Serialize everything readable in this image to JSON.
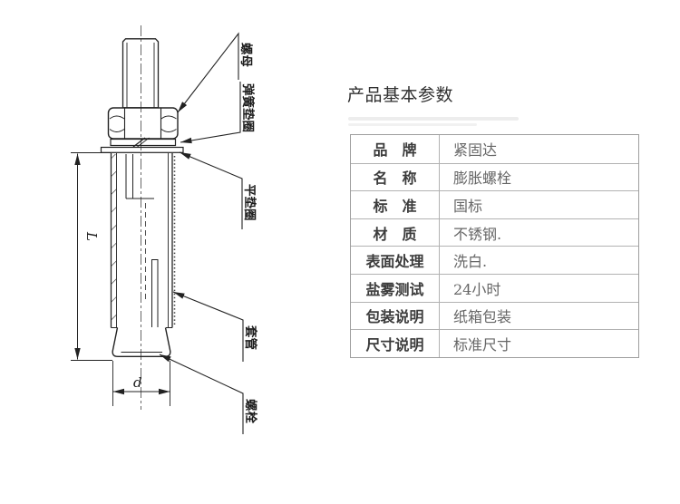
{
  "header": {
    "title": "产品基本参数"
  },
  "spec_table": {
    "rows": [
      {
        "label": "品　牌",
        "value": "紧固达"
      },
      {
        "label": "名　称",
        "value": "膨胀螺栓"
      },
      {
        "label": "标　准",
        "value": "国标"
      },
      {
        "label": "材　质",
        "value": "不锈钢."
      },
      {
        "label": "表面处理",
        "value": "洗白."
      },
      {
        "label": "盐雾测试",
        "value": "24小时"
      },
      {
        "label": "包装说明",
        "value": "纸箱包装"
      },
      {
        "label": "尺寸说明",
        "value": "标准尺寸"
      }
    ]
  },
  "diagram": {
    "labels": {
      "nut": "螺母",
      "spring_washer": "弹簧垫圈",
      "flat_washer": "平垫圈",
      "sleeve": "套管",
      "bolt": "螺栓",
      "length_dim": "L",
      "diameter_dim": "d"
    },
    "line_color": "#222222"
  }
}
